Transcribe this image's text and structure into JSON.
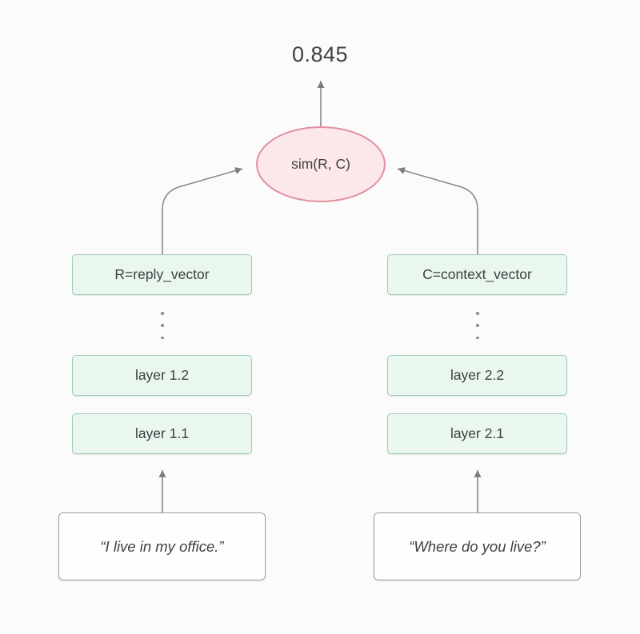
{
  "diagram": {
    "score_label": "0.845",
    "similarity_label": "sim(R, C)",
    "left": {
      "vector_label": "R=reply_vector",
      "layers": [
        "layer 1.2",
        "layer 1.1"
      ],
      "input_text": "“I live in my office.”"
    },
    "right": {
      "vector_label": "C=context_vector",
      "layers": [
        "layer 2.2",
        "layer 2.1"
      ],
      "input_text": "“Where do you live?”"
    },
    "colors": {
      "background": "#fbfbfb",
      "text": "#3f3f3f",
      "similarity_node_fill": "#fce7e9",
      "similarity_node_border": "#e0909f",
      "layer_box_fill": "#e9f7ef",
      "layer_box_border": "#9ecbb4",
      "input_box_fill": "#fefefe",
      "input_box_border": "#9d9d9d",
      "arrow": "#8a8a8a"
    }
  }
}
